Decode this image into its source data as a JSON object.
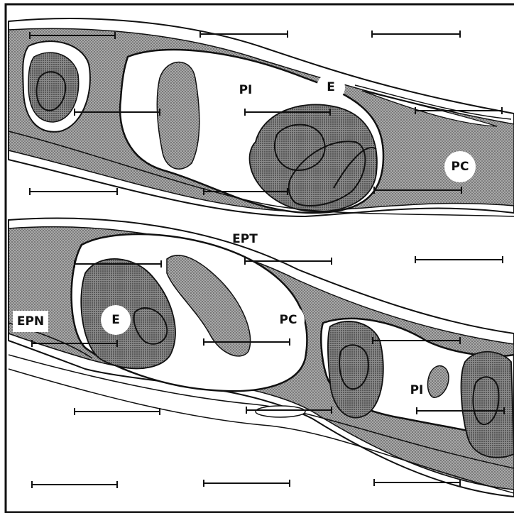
{
  "labels": {
    "pi_top": "PI",
    "e_top": "E",
    "pc_top": "PC",
    "ept": "EPT",
    "epn": "EPN",
    "e_bottom": "E",
    "pc_bottom": "PC",
    "pi_bottom": "PI"
  },
  "colors": {
    "ink": "#111111",
    "paper": "#ffffff",
    "stipple": "#8c8c8c",
    "stipple_dark": "#6e6e6e"
  }
}
